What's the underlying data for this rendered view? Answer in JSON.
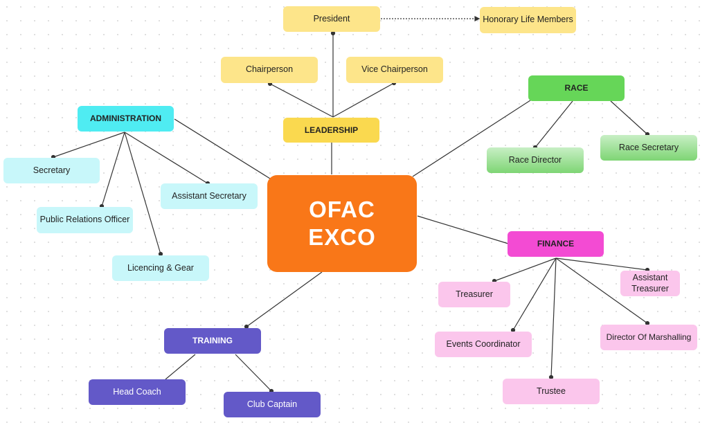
{
  "center": {
    "line1": "OFAC",
    "line2": "EXCO"
  },
  "leadership": {
    "title": "LEADERSHIP",
    "president": "President",
    "honorary": "Honorary Life Members",
    "chairperson": "Chairperson",
    "vice_chairperson": "Vice Chairperson"
  },
  "administration": {
    "title": "ADMINISTRATION",
    "secretary": "Secretary",
    "assistant_secretary": "Assistant Secretary",
    "pro": "Public Relations Officer",
    "licencing": "Licencing & Gear"
  },
  "race": {
    "title": "RACE",
    "race_director": "Race Director",
    "race_secretary": "Race Secretary"
  },
  "finance": {
    "title": "FINANCE",
    "treasurer": "Treasurer",
    "assistant_treasurer": "Assistant Treasurer",
    "events_coordinator": "Events Coordinator",
    "director_marshalling": "Director Of Marshalling",
    "trustee": "Trustee"
  },
  "training": {
    "title": "TRAINING",
    "head_coach": "Head Coach",
    "club_captain": "Club Captain"
  }
}
